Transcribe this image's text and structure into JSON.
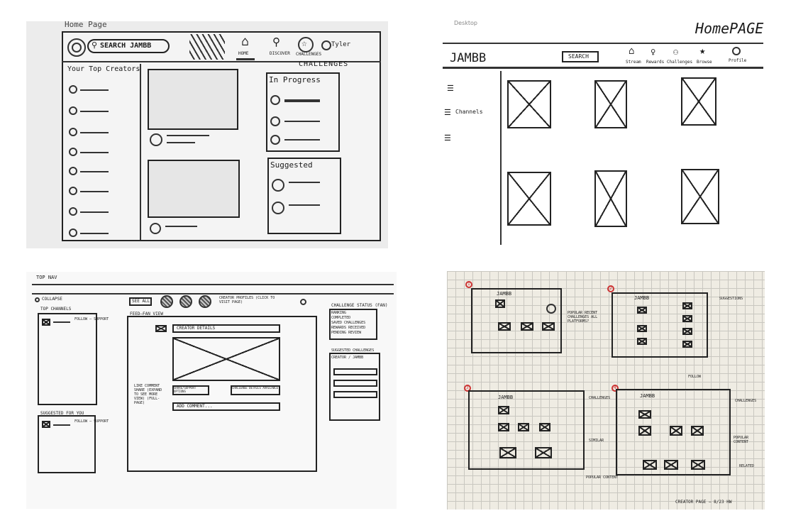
{
  "sketch1": {
    "page_label": "Home Page",
    "search_label": "SEARCH JAMBB",
    "nav": [
      "HOME",
      "DISCOVER",
      "CHALLENGES"
    ],
    "user": "Tyler",
    "section_creators": "Your Top Creators",
    "section_challenges": "CHALLENGES",
    "in_progress": "In Progress",
    "suggested": "Suggested"
  },
  "sketch2": {
    "label": "Desktop",
    "title": "HomePAGE",
    "logo": "JAMBB",
    "search": "SEARCH",
    "nav": [
      "Stream",
      "Rewards",
      "Challenges",
      "Browse",
      "Profile"
    ],
    "side": [
      "Channels"
    ]
  },
  "sketch3": {
    "top_nav": "TOP NAV",
    "collapse": "COLLAPSE",
    "top_channels": "TOP CHANNELS",
    "follow_support": "FOLLOW — SUPPORT",
    "see_all": "SEE ALL",
    "creator_profiles": "CREATOR PROFILES (CLICK TO VISIT PAGE)",
    "feed": "FEED—FAN VIEW",
    "creator_details": "CREATOR DETAILS",
    "like_comment": "LIKE COMMENT SHARE (EXPAND TO SEE MORE VIEW) (FULL-PAGE)",
    "share_support": "SHARE/SUPPORT OPTIONS",
    "challenge_details": "CHALLENGE DETAILS AVAILABLE",
    "add_comment": "ADD COMMENT...",
    "challenge_status": "CHALLENGE STATUS (FAN)",
    "status_list": [
      "RANKING",
      "COMPLETED",
      "SAVED CHALLENGES",
      "REWARDS RECEIVED",
      "PENDING REVIEW"
    ],
    "suggested_challenges": "SUGGESTED CHALLENGES",
    "creator_jambb": "CREATOR / JAMBB",
    "suggested_for_you": "SUGGESTED FOR YOU"
  },
  "sketch4": {
    "frames": [
      {
        "num": "1",
        "brand": "JAMBB",
        "note": "POPULAR RECENT CHALLENGES ALL PLATFORMS?"
      },
      {
        "num": "2",
        "brand": "JAMBB",
        "note": "SUGGESTIONS"
      },
      {
        "num": "3",
        "brand": "JAMBB",
        "note": "CHALLENGES"
      },
      {
        "num": "4",
        "brand": "JAMBB",
        "note": "CHALLENGES"
      }
    ],
    "notes": [
      "SIMILAR",
      "POPULAR CONTENT",
      "FOLLOW",
      "POPULAR CONTENT",
      "RELATED"
    ],
    "footer": "CREATOR PAGE — 8/23 HW"
  }
}
